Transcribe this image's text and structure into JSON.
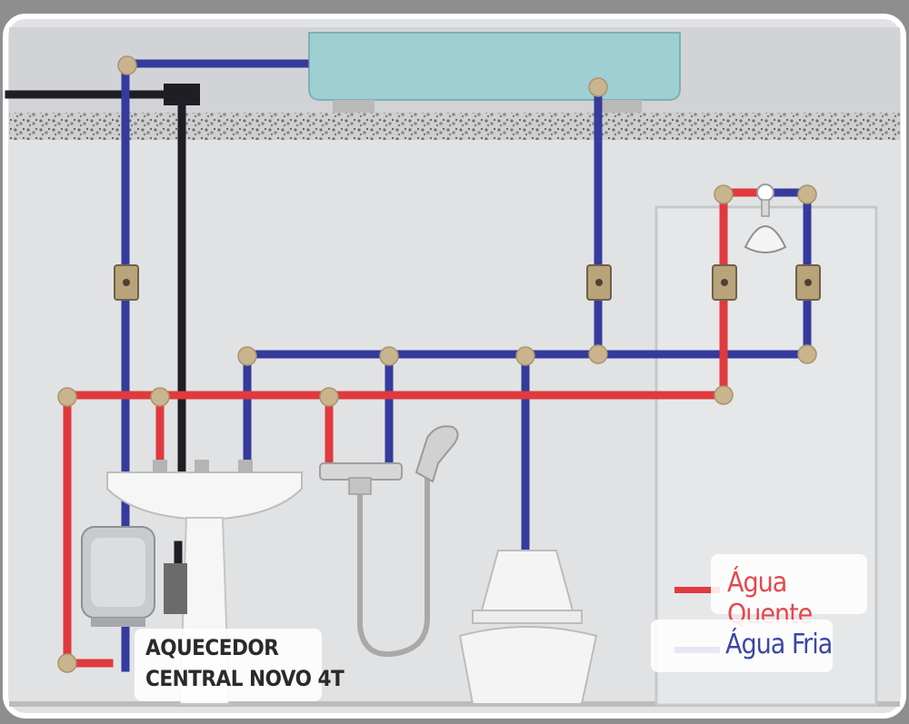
{
  "heater_label": {
    "line1": "AQUECEDOR",
    "line2": "CENTRAL NOVO 4T"
  },
  "legend": {
    "hot": {
      "label": "Água Quente",
      "color": "#e03a3e"
    },
    "cold": {
      "label": "Água Fria",
      "color": "#353b9c"
    }
  },
  "colors": {
    "hot_pipe": "#e03a3e",
    "cold_pipe": "#353b9c",
    "gas_pipe": "#1e1e24",
    "wall": "#e0e1e3",
    "tank": "#9ed0d3",
    "fitting": "#c9b48e"
  }
}
